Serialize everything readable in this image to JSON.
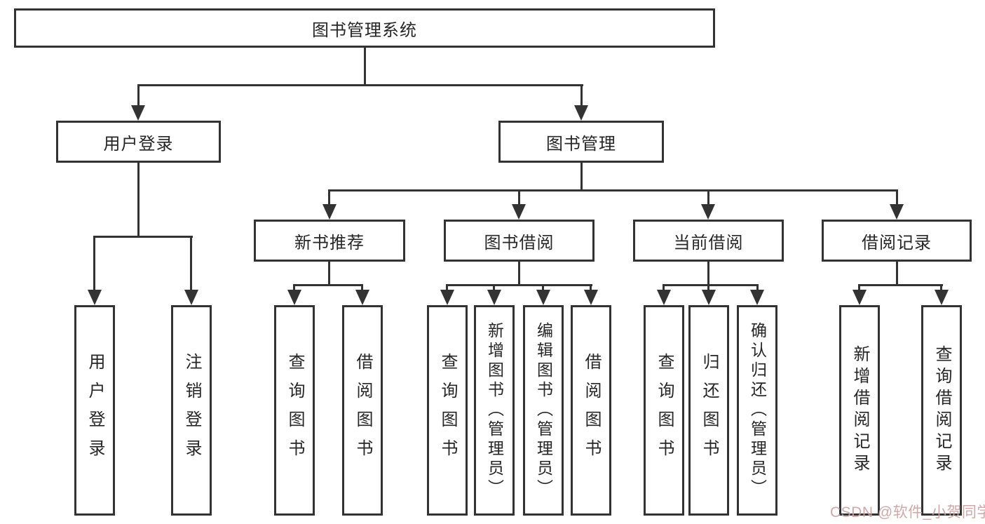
{
  "tree": {
    "label": "图书管理系统",
    "children": [
      {
        "label": "用户登录",
        "children": [
          {
            "label": "用户登录"
          },
          {
            "label": "注销登录"
          }
        ]
      },
      {
        "label": "图书管理",
        "children": [
          {
            "label": "新书推荐",
            "children": [
              {
                "label": "查询图书"
              },
              {
                "label": "借阅图书"
              }
            ]
          },
          {
            "label": "图书借阅",
            "children": [
              {
                "label": "查询图书"
              },
              {
                "label": "新增图书（管理员）"
              },
              {
                "label": "编辑图书（管理员）"
              },
              {
                "label": "借阅图书"
              }
            ]
          },
          {
            "label": "当前借阅",
            "children": [
              {
                "label": "查询图书"
              },
              {
                "label": "归还图书"
              },
              {
                "label": "确认归还（管理员）"
              }
            ]
          },
          {
            "label": "借阅记录",
            "children": [
              {
                "label": "新增借阅记录"
              },
              {
                "label": "查询借阅记录"
              }
            ]
          }
        ]
      }
    ]
  },
  "watermark": {
    "text": "CSDN @软件_小贺同学"
  },
  "colors": {
    "line": "#333333",
    "text": "#262626",
    "watermark": "#cea3a3",
    "background": "#ffffff"
  }
}
